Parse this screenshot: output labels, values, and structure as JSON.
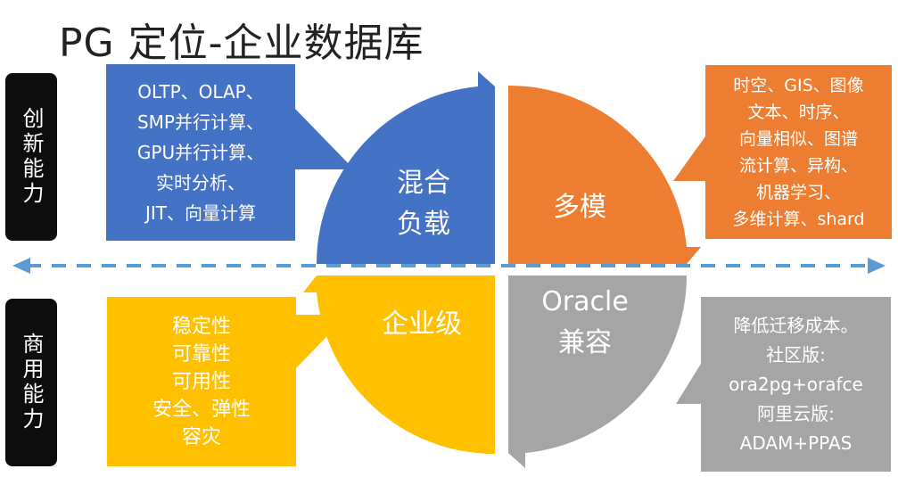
{
  "title": "PG 定位-企业数据库",
  "side_labels": {
    "top": "创新能力",
    "bottom": "商用能力"
  },
  "quadrants": {
    "top_left": {
      "lines": [
        "混合",
        "负载"
      ],
      "color": "#4472c4"
    },
    "top_right": {
      "lines": [
        "多模"
      ],
      "color": "#ed7d31"
    },
    "bottom_left": {
      "lines": [
        "企业级"
      ],
      "color": "#ffc000"
    },
    "bottom_right": {
      "lines": [
        "Oracle",
        "兼容"
      ],
      "color": "#a5a5a5"
    }
  },
  "callouts": {
    "top_left": {
      "lines": [
        "OLTP、OLAP、",
        "SMP并行计算、",
        "GPU并行计算、",
        "实时分析、",
        "JIT、向量计算"
      ],
      "color": "#4472c4"
    },
    "top_right": {
      "lines": [
        "时空、GIS、图像",
        "文本、时序、",
        "向量相似、图谱",
        "流计算、异构、",
        "机器学习、",
        "多维计算、shard"
      ],
      "color": "#ed7d31"
    },
    "bottom_left": {
      "lines": [
        "稳定性",
        "可靠性",
        "可用性",
        "安全、弹性",
        "容灾"
      ],
      "color": "#ffc000"
    },
    "bottom_right": {
      "lines": [
        "降低迁移成本。",
        "社区版:",
        "ora2pg+orafce",
        "阿里云版:",
        "ADAM+PPAS"
      ],
      "color": "#a5a5a5"
    }
  },
  "axis_color": "#5b9bd5"
}
